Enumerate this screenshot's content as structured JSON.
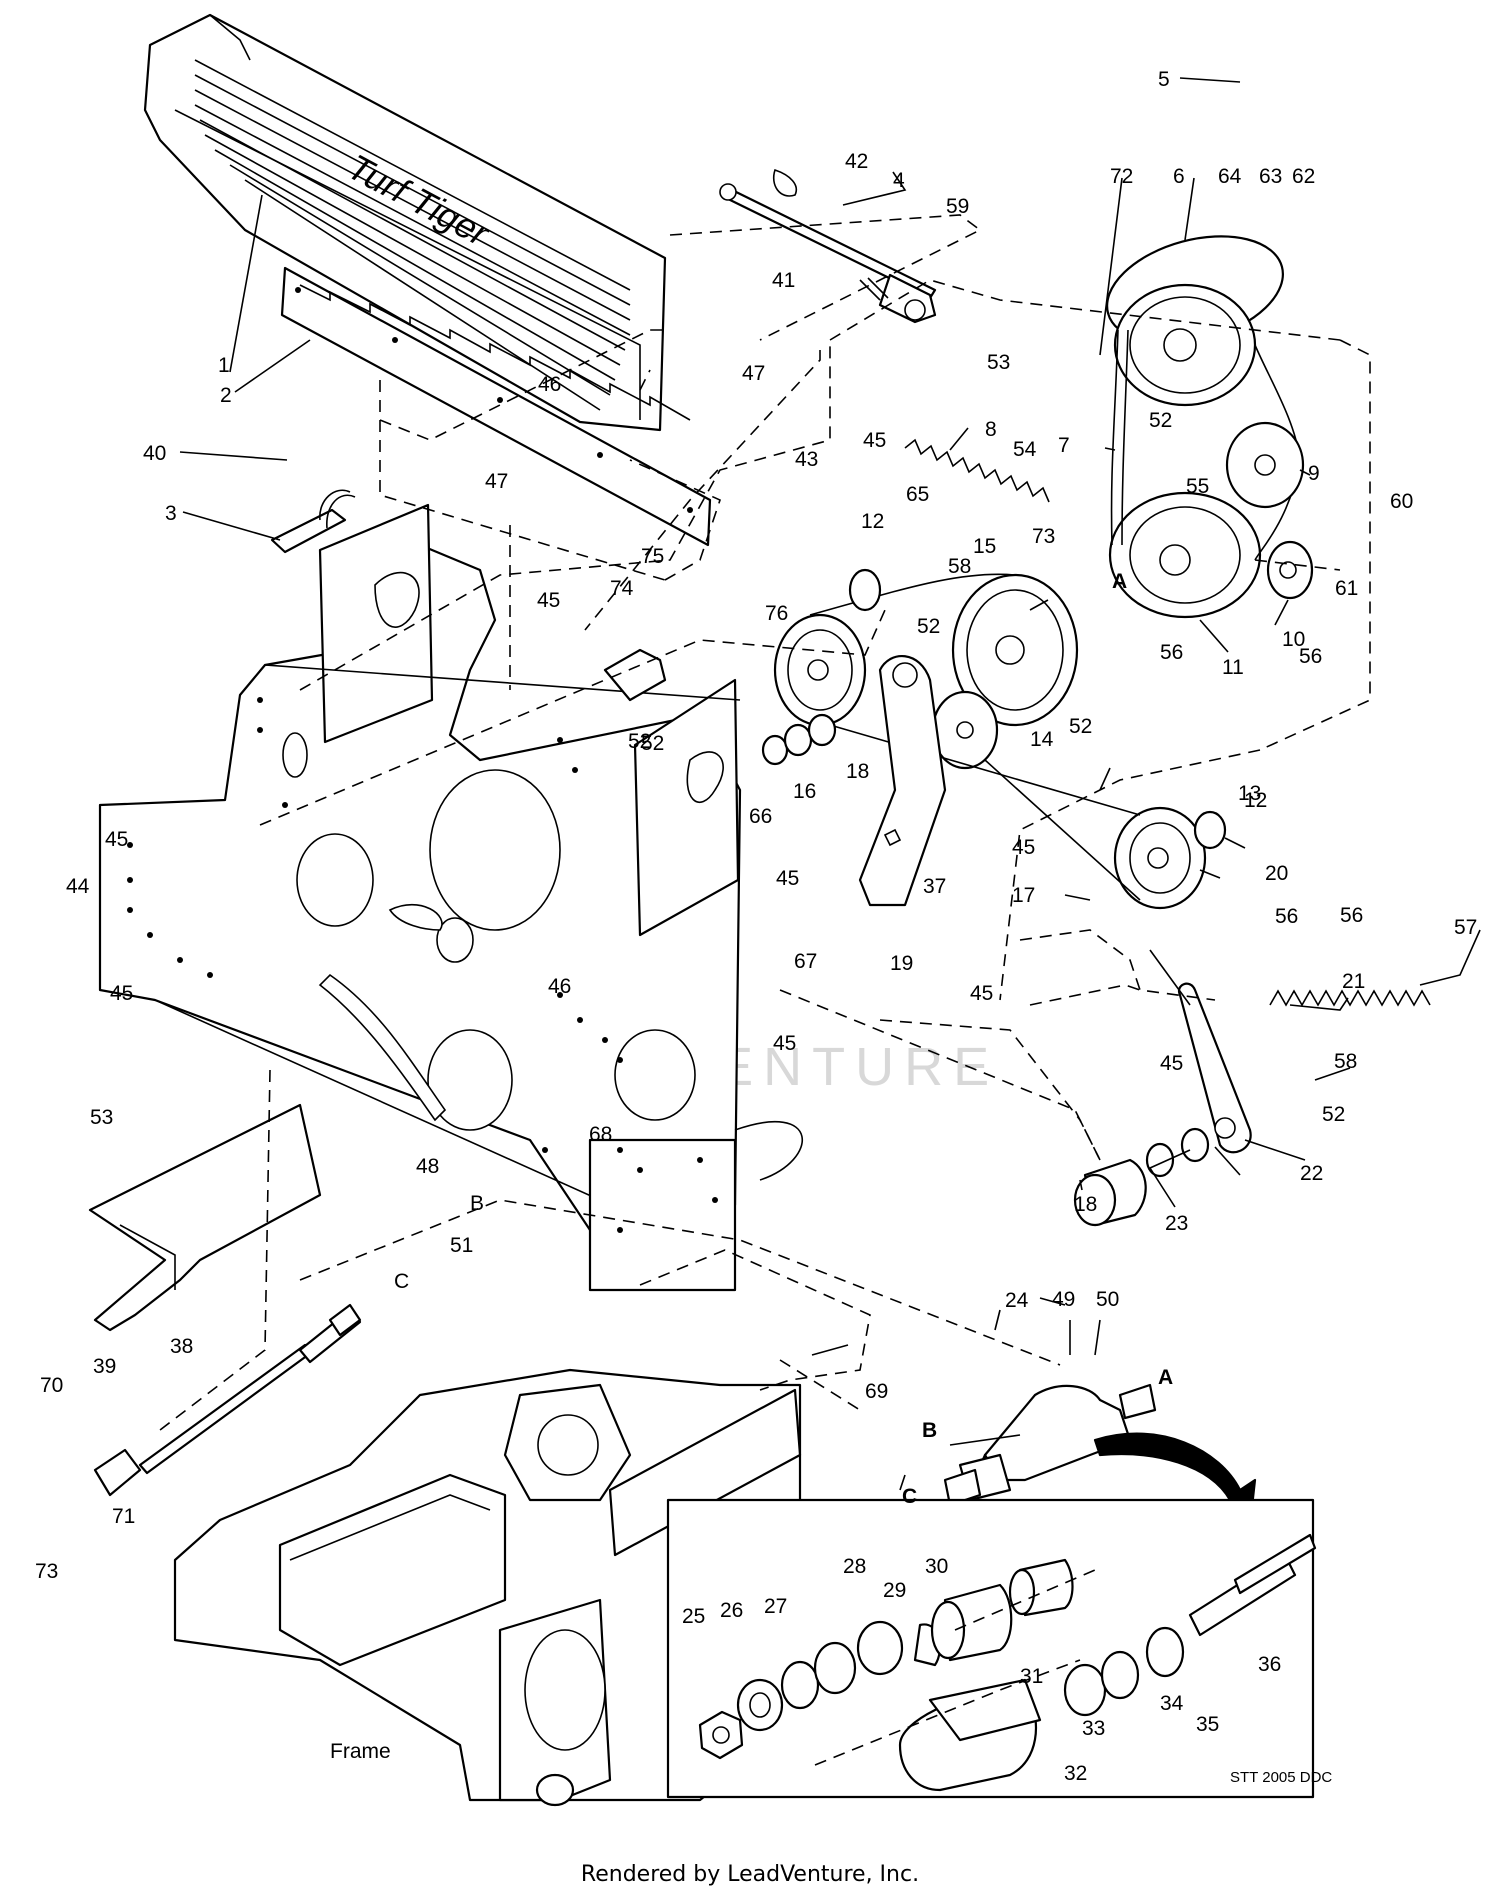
{
  "drawing_code": "STT 2005 DDC",
  "footer": "Rendered by LeadVenture, Inc.",
  "watermark": "LEADVENTURE",
  "grille_script": "Turf Tiger",
  "frame_label": "Frame",
  "reference_letters": [
    "A",
    "B",
    "C"
  ],
  "callouts": [
    "1",
    "2",
    "3",
    "4",
    "5",
    "6",
    "7",
    "8",
    "9",
    "10",
    "11",
    "12",
    "13",
    "14",
    "15",
    "16",
    "17",
    "18",
    "19",
    "20",
    "21",
    "22",
    "23",
    "24",
    "25",
    "26",
    "27",
    "28",
    "29",
    "30",
    "31",
    "32",
    "33",
    "34",
    "35",
    "36",
    "37",
    "38",
    "39",
    "40",
    "41",
    "42",
    "43",
    "44",
    "45",
    "46",
    "47",
    "48",
    "49",
    "50",
    "51",
    "52",
    "53",
    "54",
    "55",
    "56",
    "57",
    "58",
    "59",
    "60",
    "61",
    "62",
    "63",
    "64",
    "65",
    "66",
    "67",
    "68",
    "69",
    "70",
    "71",
    "72",
    "73",
    "74",
    "75",
    "76"
  ]
}
